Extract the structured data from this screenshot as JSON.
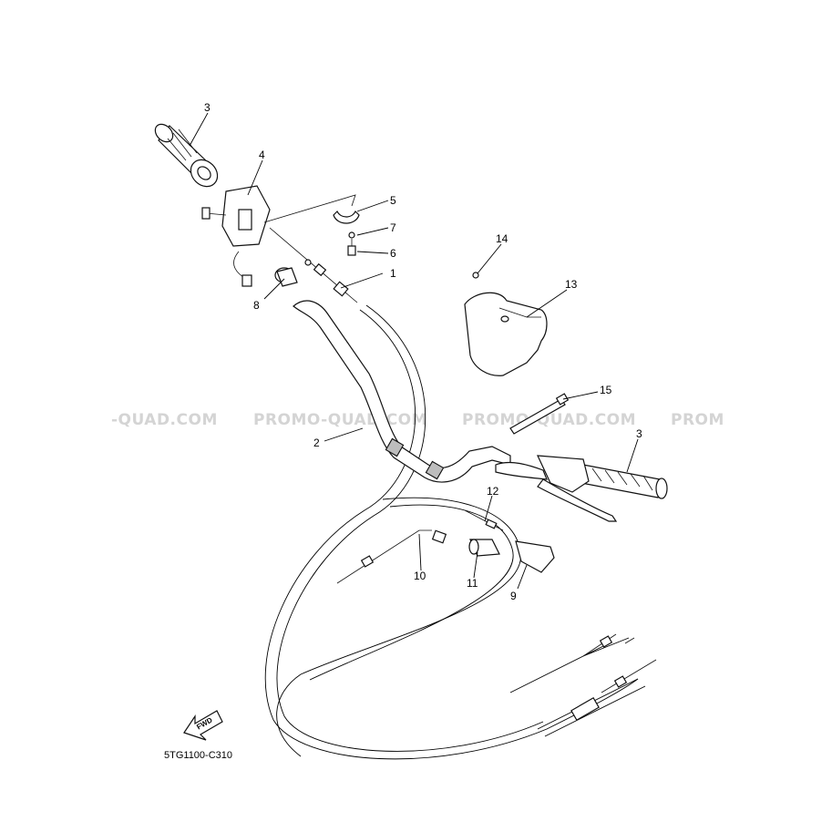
{
  "watermarks": [
    "-QUAD.COM",
    "PROMO-QUAD.COM",
    "PROMO-QUAD.COM",
    "PROM"
  ],
  "callouts": [
    {
      "id": "c1",
      "label": "1"
    },
    {
      "id": "c2",
      "label": "2"
    },
    {
      "id": "c3a",
      "label": "3"
    },
    {
      "id": "c3b",
      "label": "3"
    },
    {
      "id": "c4",
      "label": "4"
    },
    {
      "id": "c5",
      "label": "5"
    },
    {
      "id": "c6",
      "label": "6"
    },
    {
      "id": "c7",
      "label": "7"
    },
    {
      "id": "c8",
      "label": "8"
    },
    {
      "id": "c9",
      "label": "9"
    },
    {
      "id": "c10",
      "label": "10"
    },
    {
      "id": "c11",
      "label": "11"
    },
    {
      "id": "c12",
      "label": "12"
    },
    {
      "id": "c13",
      "label": "13"
    },
    {
      "id": "c14",
      "label": "14"
    },
    {
      "id": "c15",
      "label": "15"
    }
  ],
  "fwd_label": "FWD",
  "diagram_code": "5TG1100-C310"
}
